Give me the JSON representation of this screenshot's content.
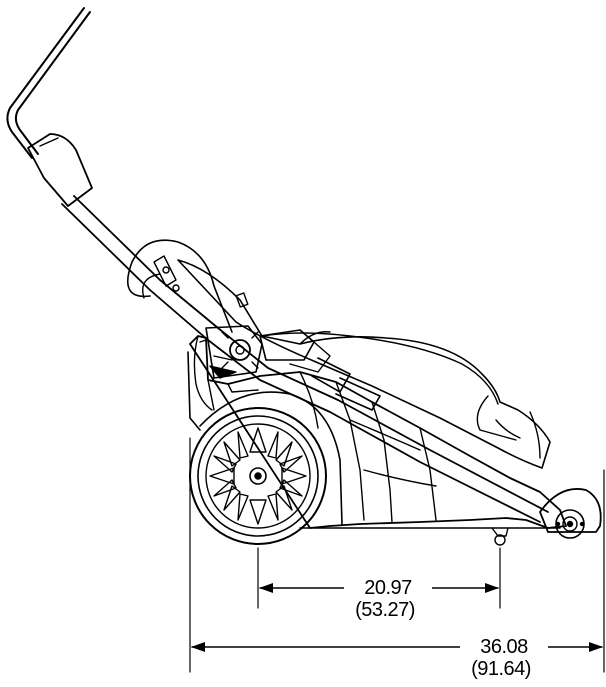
{
  "dimensions": {
    "wheelbase": {
      "imperial": "20.97",
      "metric": "(53.27)"
    },
    "overall_length": {
      "imperial": "36.08",
      "metric": "(91.64)"
    }
  },
  "colors": {
    "line": "#000000",
    "background": "#ffffff",
    "fill": "#ffffff"
  },
  "icons": {
    "arrowhead": "arrow-head"
  }
}
